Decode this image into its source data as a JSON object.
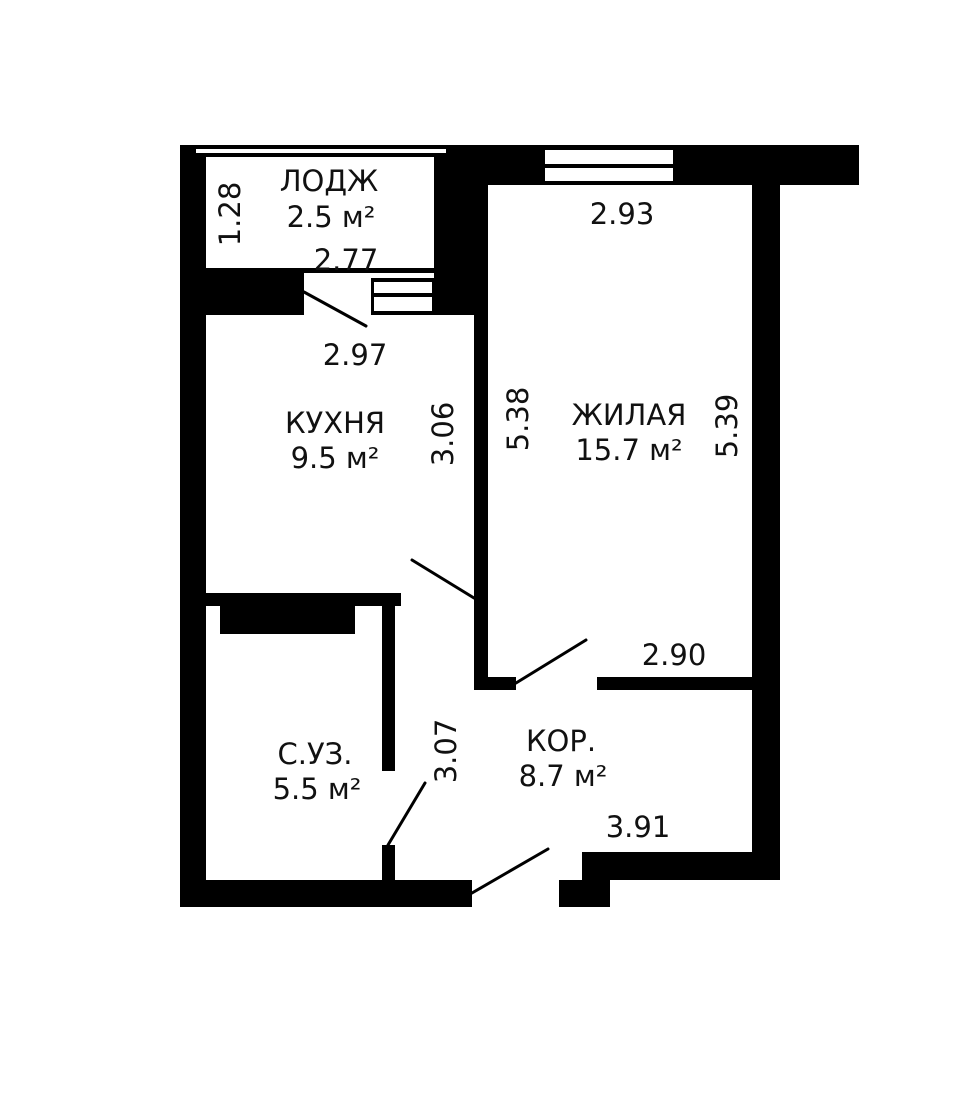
{
  "colors": {
    "wall": "#000000",
    "background": "#ffffff",
    "text": "#111111"
  },
  "rooms": {
    "loggia": {
      "name": "ЛОДЖ",
      "area": "2.5 м²"
    },
    "kitchen": {
      "name": "КУХНЯ",
      "area": "9.5 м²"
    },
    "living": {
      "name": "ЖИЛАЯ",
      "area": "15.7 м²"
    },
    "bathroom": {
      "name": "С.УЗ.",
      "area": "5.5 м²"
    },
    "corridor": {
      "name": "КОР.",
      "area": "8.7 м²"
    }
  },
  "dimensions": {
    "loggia_height": "1.28",
    "loggia_width": "2.77",
    "kitchen_width": "2.97",
    "kitchen_length": "3.06",
    "living_width_top": "2.93",
    "living_length_left": "5.38",
    "living_length_right": "5.39",
    "living_width_bottom": "2.90",
    "corridor_length": "3.07",
    "corridor_width": "3.91"
  }
}
